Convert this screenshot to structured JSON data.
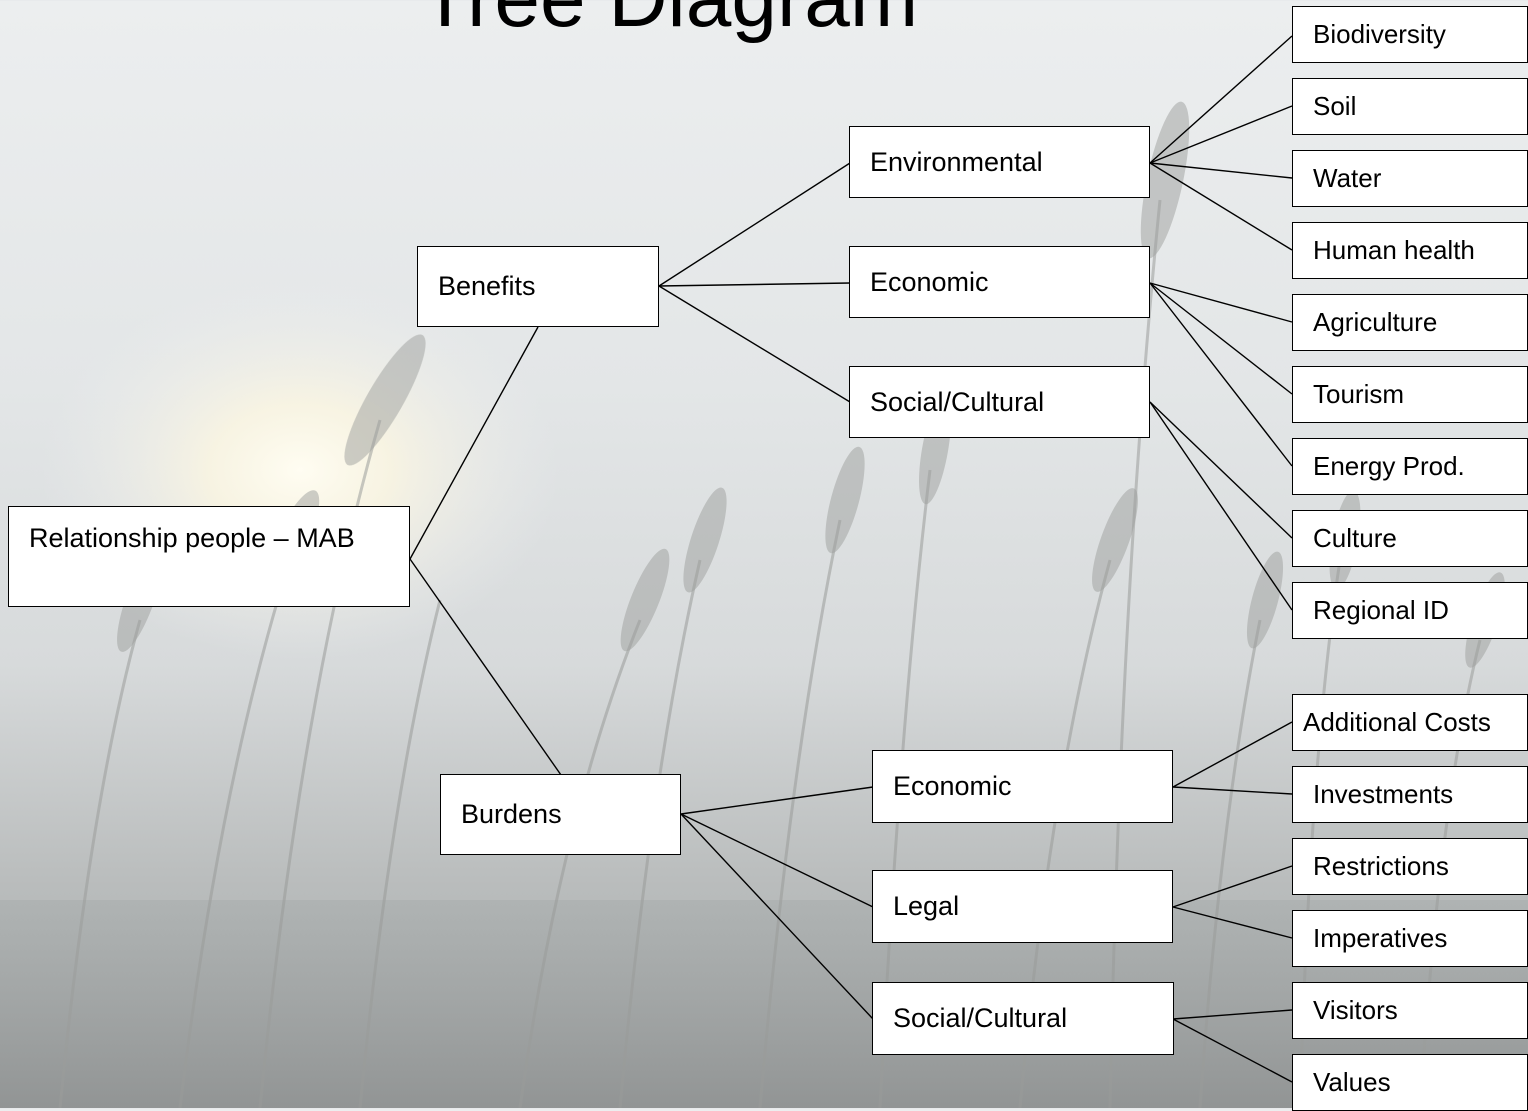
{
  "title": "Tree Diagram",
  "root": "Relationship people – MAB",
  "level1": {
    "benefits": "Benefits",
    "burdens": "Burdens"
  },
  "level2": {
    "environmental": "Environmental",
    "economic_benefit": "Economic",
    "social_cultural_benefit": "Social/Cultural",
    "economic_burden": "Economic",
    "legal": "Legal",
    "social_cultural_burden": "Social/Cultural"
  },
  "leaves": {
    "biodiversity": "Biodiversity",
    "soil": "Soil",
    "water": "Water",
    "human_health": "Human health",
    "agriculture": "Agriculture",
    "tourism": "Tourism",
    "energy_prod": "Energy Prod.",
    "culture": "Culture",
    "regional_id": "Regional ID",
    "additional_costs": "Additional Costs",
    "investments": "Investments",
    "restrictions": "Restrictions",
    "imperatives": "Imperatives",
    "visitors": "Visitors",
    "values": "Values"
  }
}
